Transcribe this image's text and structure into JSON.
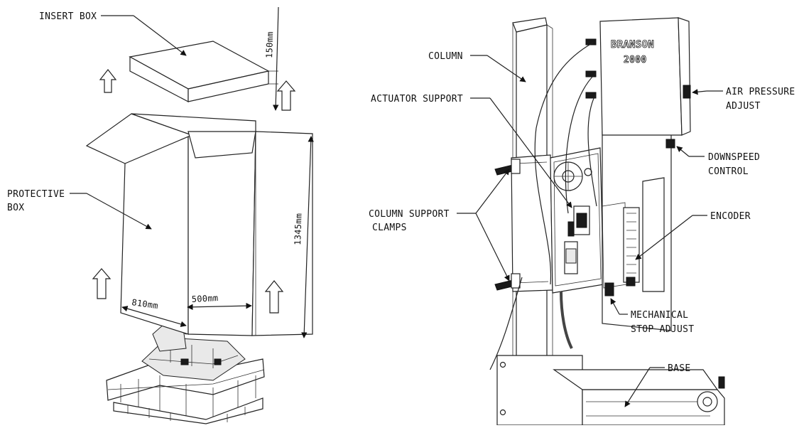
{
  "left_figure": {
    "labels": {
      "insert_box": "INSERT BOX",
      "protective_box_line1": "PROTECTIVE",
      "protective_box_line2": "BOX"
    },
    "dimensions": {
      "lid_height": "150mm",
      "box_height": "1345mm",
      "box_width": "810mm",
      "box_depth": "500mm"
    }
  },
  "right_figure": {
    "brand": {
      "name": "BRANSON",
      "model": "2000"
    },
    "labels": {
      "column": "COLUMN",
      "actuator_support": "ACTUATOR SUPPORT",
      "column_support_clamps_line1": "COLUMN SUPPORT",
      "column_support_clamps_line2": "CLAMPS",
      "air_pressure_adjust_line1": "AIR PRESSURE",
      "air_pressure_adjust_line2": "ADJUST",
      "downspeed_control_line1": "DOWNSPEED",
      "downspeed_control_line2": "CONTROL",
      "encoder": "ENCODER",
      "mechanical_stop_adjust_line1": "MECHANICAL",
      "mechanical_stop_adjust_line2": "STOP ADJUST",
      "base": "BASE"
    }
  }
}
